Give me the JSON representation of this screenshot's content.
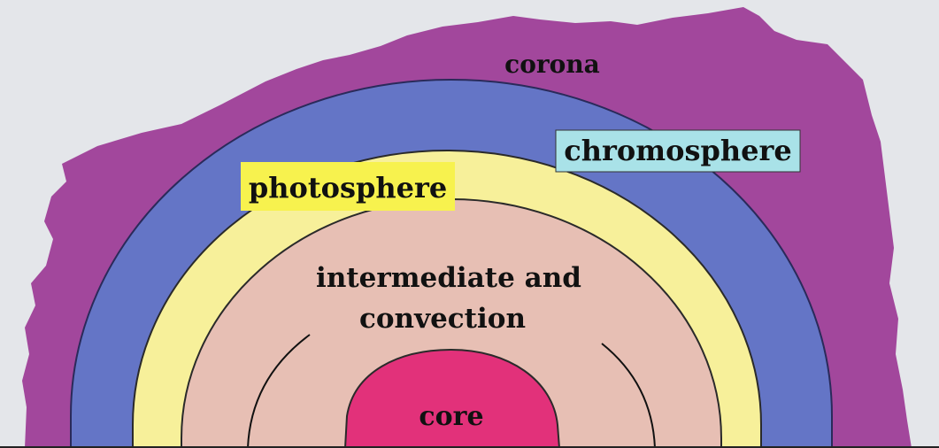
{
  "diagram": {
    "layers": [
      {
        "id": "corona",
        "label": "corona",
        "color": "#a2479c"
      },
      {
        "id": "chromosphere",
        "label": "chromosphere",
        "color": "#6475c6",
        "label_bg": "#a9e2e8"
      },
      {
        "id": "photosphere",
        "label": "photosphere",
        "color": "#f7f09a",
        "label_bg": "#f7f24e"
      },
      {
        "id": "intermediate",
        "label_line1": "intermediate and",
        "label_line2": "convection",
        "color": "#e7bfb4"
      },
      {
        "id": "core",
        "label": "core",
        "color": "#e2317a"
      }
    ],
    "background": "#e4e6ea"
  }
}
